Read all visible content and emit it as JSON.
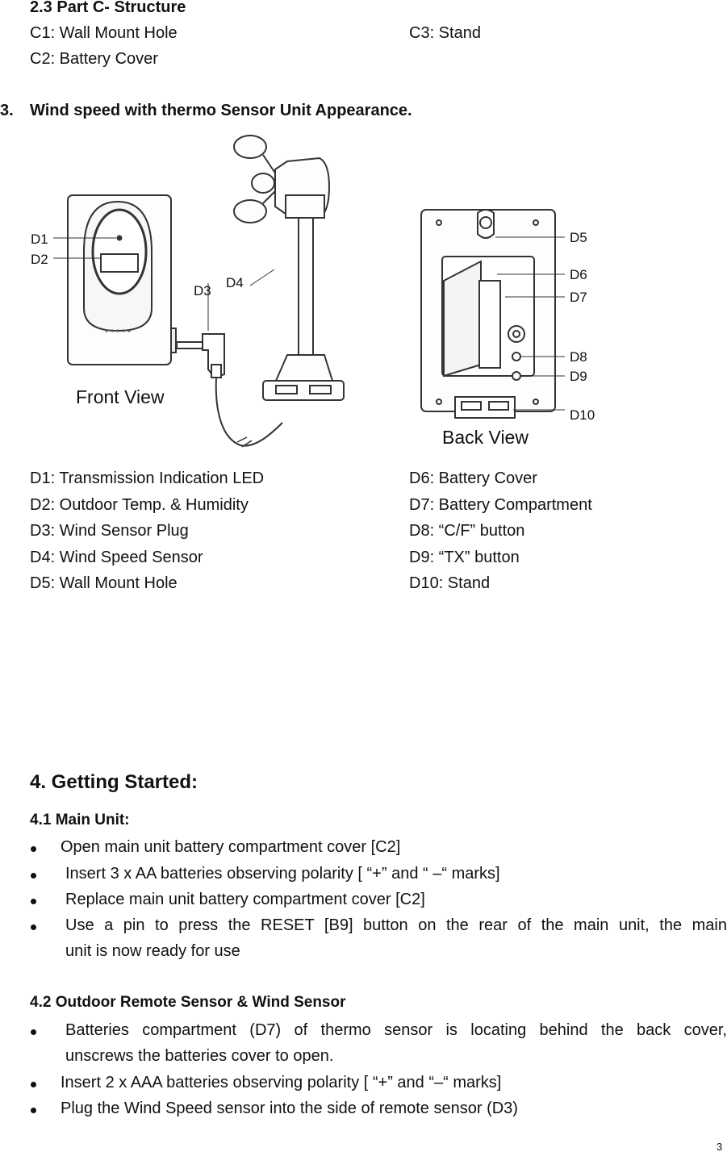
{
  "part_c": {
    "heading": "2.3 Part C- Structure",
    "c1": "C1: Wall Mount Hole",
    "c2": "C2: Battery Cover",
    "c3": "C3: Stand"
  },
  "section3": {
    "number": "3.",
    "title": "Wind speed with thermo Sensor Unit Appearance."
  },
  "figure": {
    "front_caption": "Front View",
    "back_caption": "Back  View",
    "labels": {
      "d1": "D1",
      "d2": "D2",
      "d3": "D3",
      "d4": "D4",
      "d5": "D5",
      "d6": "D6",
      "d7": "D7",
      "d8": "D8",
      "d9": "D9",
      "d10": "D10"
    }
  },
  "legend": {
    "left": [
      "D1: Transmission Indication LED",
      "D2: Outdoor Temp. & Humidity",
      "D3: Wind Sensor Plug",
      "D4: Wind Speed Sensor",
      "D5: Wall Mount Hole"
    ],
    "right": [
      "D6: Battery Cover",
      "D7: Battery Compartment",
      "D8: “C/F” button",
      "D9: “TX” button",
      "D10: Stand"
    ]
  },
  "section4": {
    "title": "4. Getting Started:",
    "main_unit": {
      "heading": "4.1 Main Unit:",
      "items": [
        "Open main unit battery compartment cover [C2]",
        "Insert 3 x AA batteries observing polarity [ “+” and “ –“ marks]",
        "Replace main unit battery compartment cover [C2]",
        "Use a pin to press the RESET [B9] button on the rear of the main unit, the main",
        "unit is now ready for use"
      ]
    },
    "outdoor": {
      "heading": "4.2 Outdoor Remote Sensor & Wind Sensor",
      "items": [
        "Batteries compartment (D7) of thermo sensor is locating behind the back cover,",
        "unscrews the batteries cover to open.",
        "Insert 2 x AAA batteries observing polarity [ “+” and “–“ marks]",
        "Plug the Wind Speed sensor into the side of remote sensor (D3)"
      ]
    }
  },
  "page_number": "3"
}
